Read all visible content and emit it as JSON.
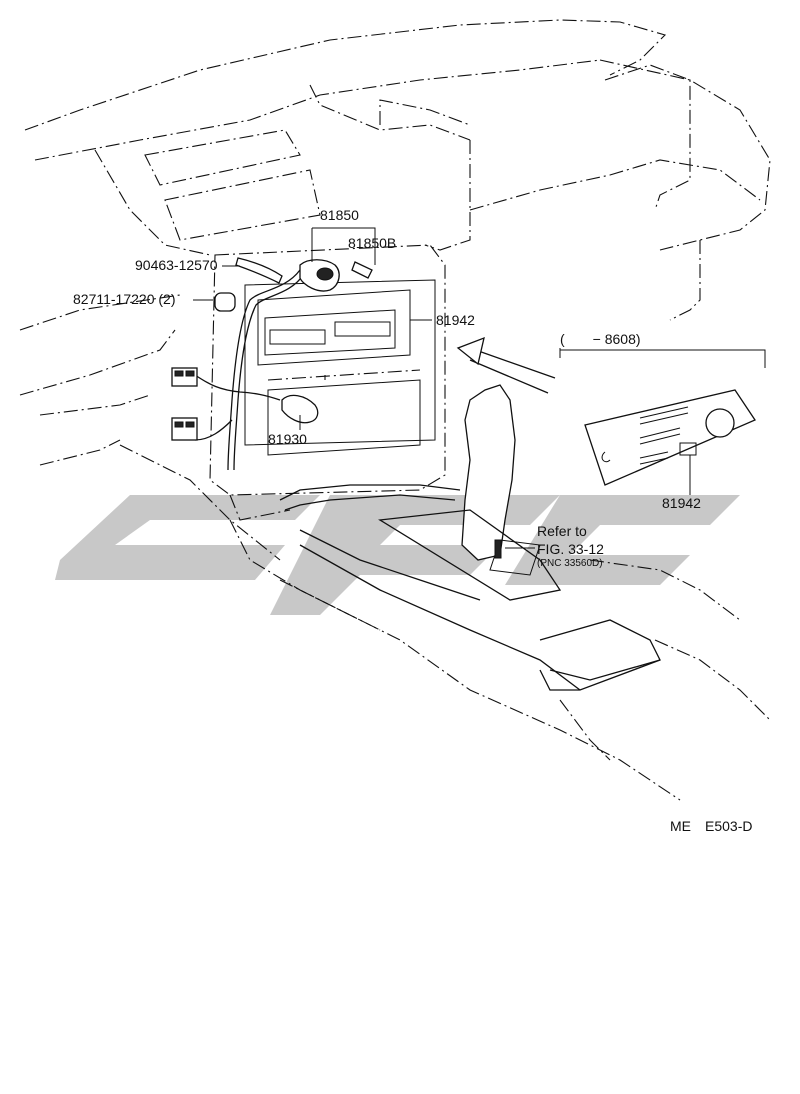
{
  "labels": {
    "p81850": "81850",
    "p81850b": "81850B",
    "p90463": "90463-12570",
    "p82711": "82711-17220 (2)",
    "p81942_main": "81942",
    "p81930": "81930",
    "date_range": "(  − 8608)",
    "p81942_inset": "81942",
    "refer_line1": "Refer to",
    "refer_line2": "FIG. 33-12",
    "refer_line3": "(PNC 33560D)",
    "figure_code": "ME E503-D"
  },
  "colors": {
    "line": "#111111",
    "watermark": "#9a9a9a",
    "background": "#ffffff"
  }
}
